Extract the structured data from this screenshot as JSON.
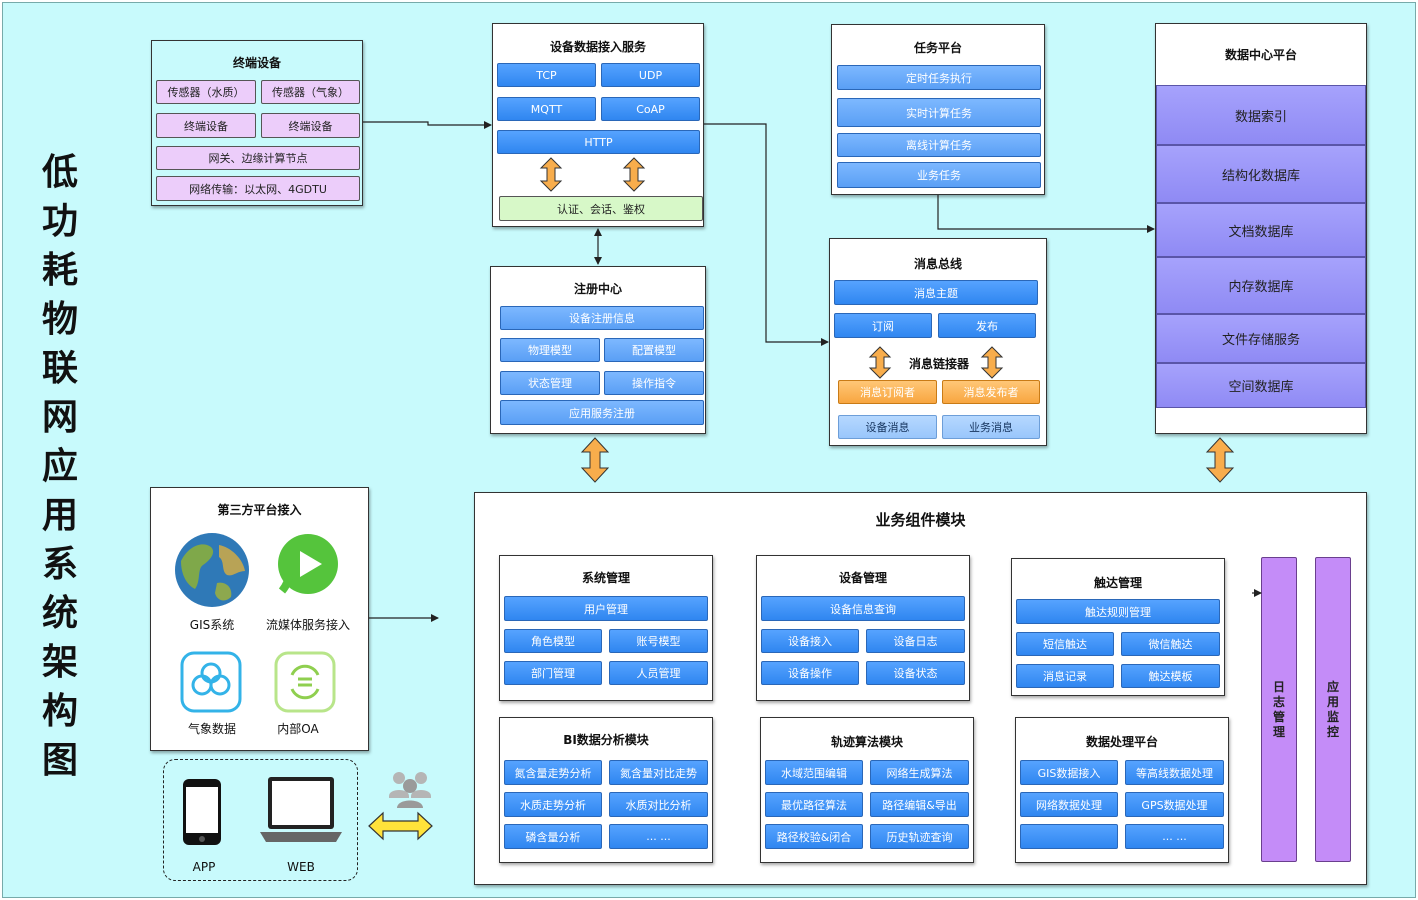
{
  "title": "低功耗物联网应用系统架构图",
  "terminal": {
    "title": "终端设备",
    "items": [
      "传感器（水质）",
      "传感器（气象）",
      "终端设备",
      "终端设备",
      "网关、边缘计算节点",
      "网络传输：以太网、4GDTU"
    ]
  },
  "access": {
    "title": "设备数据接入服务",
    "protocols": [
      "TCP",
      "UDP",
      "MQTT",
      "CoAP",
      "HTTP"
    ],
    "auth": "认证、会话、鉴权"
  },
  "task": {
    "title": "任务平台",
    "items": [
      "定时任务执行",
      "实时计算任务",
      "离线计算任务",
      "业务任务"
    ]
  },
  "datacenter": {
    "title": "数据中心平台",
    "items": [
      "数据索引",
      "结构化数据库",
      "文档数据库",
      "内存数据库",
      "文件存储服务",
      "空间数据库"
    ]
  },
  "registry": {
    "title": "注册中心",
    "items": [
      "设备注册信息",
      "物理模型",
      "配置模型",
      "状态管理",
      "操作指令",
      "应用服务注册"
    ]
  },
  "bus": {
    "title": "消息总线",
    "topic": "消息主题",
    "subscribe": "订阅",
    "publish": "发布",
    "connector": "消息链接器",
    "subscriber": "消息订阅者",
    "publisher": "消息发布者",
    "device_msg": "设备消息",
    "business_msg": "业务消息"
  },
  "third": {
    "title": "第三方平台接入",
    "items": [
      "GIS系统",
      "流媒体服务接入",
      "气象数据",
      "内部OA"
    ],
    "clients": [
      "APP",
      "WEB"
    ]
  },
  "business": {
    "title": "业务组件模块",
    "system": {
      "title": "系统管理",
      "items": [
        "用户管理",
        "角色模型",
        "账号模型",
        "部门管理",
        "人员管理"
      ]
    },
    "device": {
      "title": "设备管理",
      "items": [
        "设备信息查询",
        "设备接入",
        "设备日志",
        "设备操作",
        "设备状态"
      ]
    },
    "reach": {
      "title": "触达管理",
      "items": [
        "触达规则管理",
        "短信触达",
        "微信触达",
        "消息记录",
        "触达模板"
      ]
    },
    "bi": {
      "title": "BI数据分析模块",
      "items": [
        "氮含量走势分析",
        "氮含量对比走势",
        "水质走势分析",
        "水质对比分析",
        "磷含量分析",
        "... ..."
      ]
    },
    "track": {
      "title": "轨迹算法模块",
      "items": [
        "水域范围编辑",
        "网络生成算法",
        "最优路径算法",
        "路径编辑&导出",
        "路径校验&闭合",
        "历史轨迹查询"
      ]
    },
    "dataproc": {
      "title": "数据处理平台",
      "items": [
        "GIS数据接入",
        "等高线数据处理",
        "网络数据处理",
        "GPS数据处理",
        "",
        "... ..."
      ]
    },
    "log": [
      "日",
      "志",
      "管",
      "理"
    ],
    "monitor": [
      "应",
      "用",
      "监",
      "控"
    ]
  },
  "colors": {
    "background": "#c8fafc",
    "blue": "#3f94f7",
    "purple": "#9590f6",
    "violet": "#c48cf8",
    "orange": "#f8ad4c",
    "pink": "#eccdfa",
    "green": "#d7f8c8"
  }
}
